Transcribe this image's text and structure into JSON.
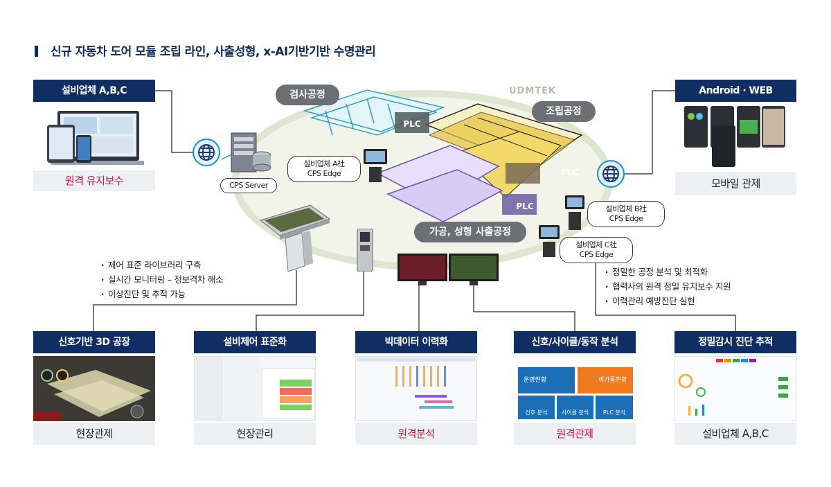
{
  "title": "신규 자동차 도어 모듈 조립 라인, 사출성형, x-AI기반기반 수명관리",
  "brand": "UDMTEK",
  "top_left": {
    "header": "설비업체 A,B,C",
    "footer": "원격 유지보수"
  },
  "top_right": {
    "header": "Android · WEB",
    "footer": "모바일 관제"
  },
  "factory": {
    "inspection": "검사공정",
    "assembly": "조립공정",
    "processing": "가공, 성형 사출공정",
    "plc": "PLC",
    "cps_server": "CPS Server",
    "edge_a": [
      "설비업체 A社",
      "CPS Edge"
    ],
    "edge_b": [
      "설비업체 B社",
      "CPS Edge"
    ],
    "edge_c": [
      "설비업체 C社",
      "CPS Edge"
    ]
  },
  "bullets_left": [
    "제어 표준 라이브러리 구축",
    "실시간 모니터링 – 정보격차 해소",
    "이상진단 및 추적 가능"
  ],
  "bullets_right": [
    "정밀한 공정 분석 및 최적화",
    "협력사의 원격 정밀 유지보수 지원",
    "이력관리 예방진단 실현"
  ],
  "panels": [
    {
      "header": "신호기반 3D 공장",
      "footer": "현장관제",
      "footer_color": "#222222"
    },
    {
      "header": "설비제어 표준화",
      "footer": "현장관리",
      "footer_color": "#222222"
    },
    {
      "header": "빅데이터 이력화",
      "footer": "원격분석",
      "footer_color": "#c8173f"
    },
    {
      "header": "신호/사이클/동작 분석",
      "footer": "원격관제",
      "footer_color": "#c8173f"
    },
    {
      "header": "정밀감시 진단 추적",
      "footer": "설비업체 A,B,C",
      "footer_color": "#222222"
    }
  ],
  "analysis_tiles": [
    "운영현황",
    "비가동현황",
    "신호 분석",
    "사이클 분석",
    "PLC 분석"
  ],
  "colors": {
    "navy": "#0f2f63",
    "accent_red": "#c8173f",
    "orange": "#f07a1e",
    "blue": "#1c6fb6",
    "line": "#4a4a4a"
  }
}
